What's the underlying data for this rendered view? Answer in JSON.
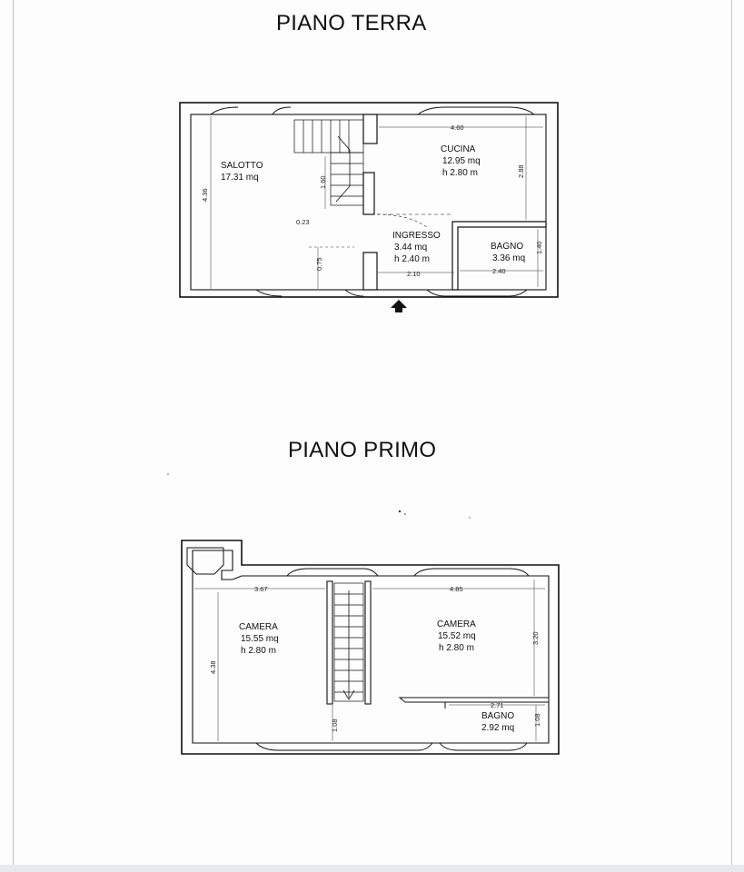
{
  "ground_floor": {
    "title": "PIANO TERRA",
    "rooms": {
      "salotto": {
        "name": "SALOTTO",
        "area": "17.31 mq"
      },
      "cucina": {
        "name": "CUCINA",
        "area": "12.95 mq",
        "height": "h 2.80 m"
      },
      "ingresso": {
        "name": "INGRESSO",
        "area": "3.44 mq",
        "height": "h 2.40 m"
      },
      "bagno": {
        "name": "BAGNO",
        "area": "3.36 mq"
      }
    },
    "dimensions": {
      "left_height": "4.36",
      "stair_width": "1.60",
      "stair_offset": "0.23",
      "stair_bottom": "0.75",
      "kitchen_width": "4.60",
      "kitchen_depth": "2.88",
      "entry_width": "2.10",
      "bath_width": "2.40",
      "bath_depth": "1.40"
    },
    "entrance_icon": "up-arrow-entrance-icon"
  },
  "first_floor": {
    "title": "PIANO PRIMO",
    "rooms": {
      "camera_left": {
        "name": "CAMERA",
        "area": "15.55 mq",
        "height": "h 2.80 m"
      },
      "camera_right": {
        "name": "CAMERA",
        "area": "15.52 mq",
        "height": "h 2.80 m"
      },
      "bagno": {
        "name": "BAGNO",
        "area": "2.92 mq"
      }
    },
    "dimensions": {
      "left_width": "3.67",
      "left_height": "4.38",
      "stair_bottom": "1.08",
      "right_width": "4.85",
      "right_depth": "3.20",
      "bath_width": "2.71",
      "bath_depth": "1.08"
    }
  }
}
